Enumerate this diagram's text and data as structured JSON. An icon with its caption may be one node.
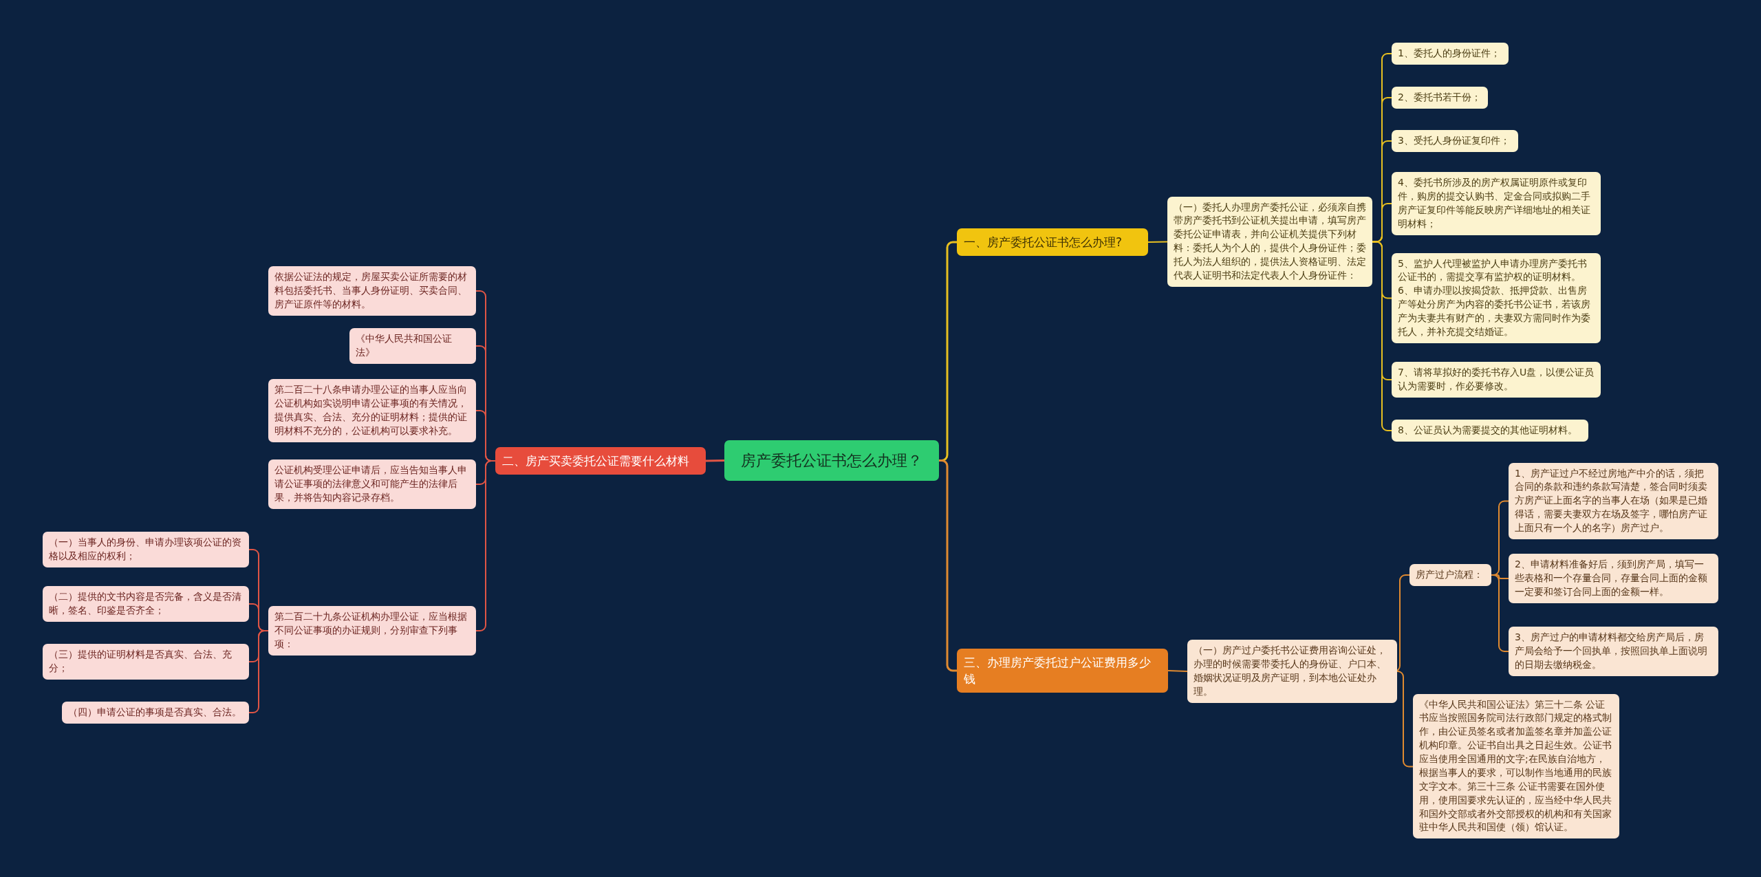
{
  "diagram": {
    "nodes": [
      {
        "text": [
          "房产委托公证书怎么办理？"
        ]
      },
      {
        "text": [
          "一、房产委托公证书怎么办理?"
        ]
      },
      {
        "text": [
          "（一）委托人办理房产委托公证，必须亲自携带房产委托书到公证机关提出申请，填写房产委托公证申请表，并向公证机关提供下列材料：委托人为个人的，提供个人身份证件；委托人为法人组织的，提供法人资格证明、法定代表人证明书和法定代表人个人身份证件："
        ]
      },
      {
        "text": [
          "1、委托人的身份证件；"
        ]
      },
      {
        "text": [
          "2、委托书若干份；"
        ]
      },
      {
        "text": [
          "3、受托人身份证复印件；"
        ]
      },
      {
        "text": [
          "4、委托书所涉及的房产权属证明原件或复印件，购房的提交认购书、定金合同或拟购二手房产证复印件等能反映房产详细地址的相关证明材料；"
        ]
      },
      {
        "text": [
          "5、监护人代理被监护人申请办理房产委托书公证书的，需提交享有监护权的证明材料。6、申请办理以按揭贷款、抵押贷款、出售房产等处分房产为内容的委托书公证书，若该房产为夫妻共有财产的，夫妻双方需同时作为委托人，并补充提交结婚证。"
        ]
      },
      {
        "text": [
          "7、请将草拟好的委托书存入U盘，以便公证员认为需要时，作必要修改。"
        ]
      },
      {
        "text": [
          "8、公证员认为需要提交的其他证明材料。"
        ]
      },
      {
        "text": [
          "二、房产买卖委托公证需要什么材料"
        ]
      },
      {
        "text": [
          "依据公证法的规定，房屋买卖公证所需要的材料包括委托书、当事人身份证明、买卖合同、房产证原件等的材料。"
        ]
      },
      {
        "text": [
          "《中华人民共和国公证法》"
        ]
      },
      {
        "text": [
          "第二百二十八条申请办理公证的当事人应当向公证机构如实说明申请公证事项的有关情况，提供真实、合法、充分的证明材料；提供的证明材料不充分的，公证机构可以要求补充。"
        ]
      },
      {
        "text": [
          "公证机构受理公证申请后，应当告知当事人申请公证事项的法律意义和可能产生的法律后果，并将告知内容记录存档。"
        ]
      },
      {
        "text": [
          "第二百二十九条公证机构办理公证，应当根据不同公证事项的办证规则，分别审查下列事项："
        ]
      },
      {
        "text": [
          "（一）当事人的身份、申请办理该项公证的资格以及相应的权利；"
        ]
      },
      {
        "text": [
          "（二）提供的文书内容是否完备，含义是否清晰，签名、印鉴是否齐全；"
        ]
      },
      {
        "text": [
          "（三）提供的证明材料是否真实、合法、充分；"
        ]
      },
      {
        "text": [
          "（四）申请公证的事项是否真实、合法。"
        ]
      },
      {
        "text": [
          "三、办理房产委托过户公证费用多少钱"
        ]
      },
      {
        "text": [
          "（一）房产过户委托书公证费用咨询公证处，办理的时候需要带委托人的身份证、户口本、婚姻状况证明及房产证明，到本地公证处办理。"
        ]
      },
      {
        "text": [
          "房产过户流程："
        ]
      },
      {
        "text": [
          "1、房产证过户不经过房地产中介的话，须把合同的条款和违约条款写清楚，签合同时须卖方房产证上面名字的当事人在场（如果是已婚得话，需要夫妻双方在场及签字，哪怕房产证上面只有一个人的名字）房产过户。"
        ]
      },
      {
        "text": [
          "2、申请材料准备好后，须到房产局，填写一些表格和一个存量合同，存量合同上面的金额一定要和签订合同上面的金额一样。"
        ]
      },
      {
        "text": [
          "3、房产过户的申请材料都交给房产局后，房产局会给予一个回执单，按照回执单上面说明的日期去缴纳税金。"
        ]
      },
      {
        "text": [
          "《中华人民共和国公证法》第三十二条 公证书应当按照国务院司法行政部门规定的格式制作，由公证员签名或者加盖签名章并加盖公证机构印章。公证书自出具之日起生效。公证书应当使用全国通用的文字;在民族自治地方，根据当事人的要求，可以制作当地通用的民族文字文本。第三十三条 公证书需要在国外使用，使用国要求先认证的，应当经中华人民共和国外交部或者外交部授权的机构和有关国家驻中华人民共和国使（领）馆认证。"
        ]
      }
    ],
    "edges": [
      {
        "from": 0,
        "to": 1,
        "arrow": "none",
        "color": "#e8c020"
      },
      {
        "from": 1,
        "to": 2,
        "arrow": "none",
        "color": "#e8c020"
      },
      {
        "from": 2,
        "to": 3,
        "arrow": "none",
        "color": "#e8c020"
      },
      {
        "from": 2,
        "to": 4,
        "arrow": "none",
        "color": "#e8c020"
      },
      {
        "from": 2,
        "to": 5,
        "arrow": "none",
        "color": "#e8c020"
      },
      {
        "from": 2,
        "to": 6,
        "arrow": "none",
        "color": "#e8c020"
      },
      {
        "from": 2,
        "to": 7,
        "arrow": "none",
        "color": "#e8c020"
      },
      {
        "from": 2,
        "to": 8,
        "arrow": "none",
        "color": "#e8c020"
      },
      {
        "from": 2,
        "to": 9,
        "arrow": "none",
        "color": "#e8c020"
      },
      {
        "from": 0,
        "to": 10,
        "arrow": "none",
        "color": "#e05545"
      },
      {
        "from": 10,
        "to": 11,
        "arrow": "none",
        "color": "#e05545"
      },
      {
        "from": 10,
        "to": 12,
        "arrow": "none",
        "color": "#e05545"
      },
      {
        "from": 10,
        "to": 13,
        "arrow": "none",
        "color": "#e05545"
      },
      {
        "from": 10,
        "to": 14,
        "arrow": "none",
        "color": "#e05545"
      },
      {
        "from": 10,
        "to": 15,
        "arrow": "none",
        "color": "#e05545"
      },
      {
        "from": 15,
        "to": 16,
        "arrow": "none",
        "color": "#e05545"
      },
      {
        "from": 15,
        "to": 17,
        "arrow": "none",
        "color": "#e05545"
      },
      {
        "from": 15,
        "to": 18,
        "arrow": "none",
        "color": "#e05545"
      },
      {
        "from": 15,
        "to": 19,
        "arrow": "none",
        "color": "#e05545"
      },
      {
        "from": 0,
        "to": 20,
        "arrow": "none",
        "color": "#e08a30"
      },
      {
        "from": 20,
        "to": 21,
        "arrow": "none",
        "color": "#e08a30"
      },
      {
        "from": 21,
        "to": 22,
        "arrow": "none",
        "color": "#e08a30"
      },
      {
        "from": 22,
        "to": 23,
        "arrow": "none",
        "color": "#e08a30"
      },
      {
        "from": 22,
        "to": 24,
        "arrow": "none",
        "color": "#e08a30"
      },
      {
        "from": 22,
        "to": 25,
        "arrow": "none",
        "color": "#e08a30"
      },
      {
        "from": 21,
        "to": 26,
        "arrow": "none",
        "color": "#e08a30"
      }
    ]
  }
}
